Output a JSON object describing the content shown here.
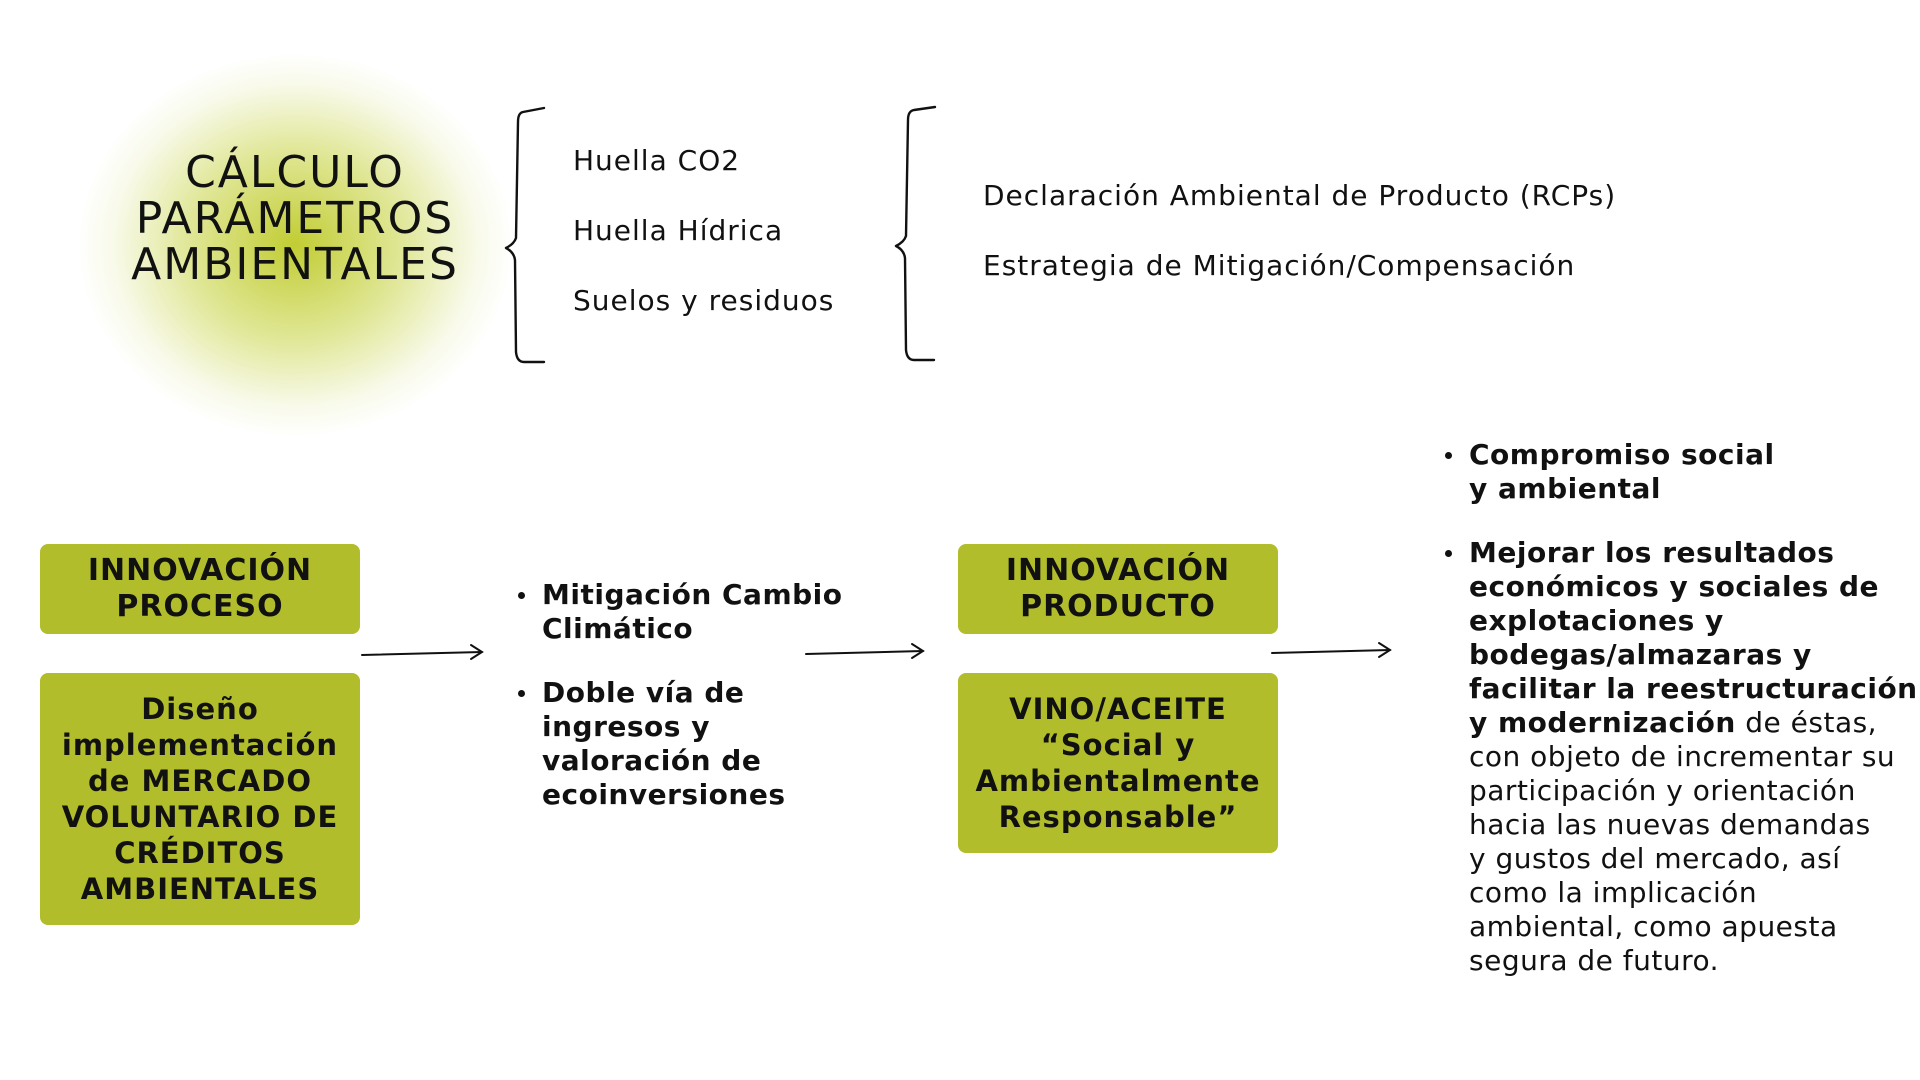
{
  "title": {
    "lines": [
      "CÁLCULO",
      "PARÁMETROS",
      "AMBIENTALES"
    ]
  },
  "params": [
    "Huella CO2",
    "Huella Hídrica",
    "Suelos y residuos"
  ],
  "outputs": [
    "Declaración Ambiental de Producto (RCPs)",
    "Estrategia de Mitigación/Compensación"
  ],
  "process_box": {
    "header": [
      "INNOVACIÓN",
      "PROCESO"
    ]
  },
  "process_desc": {
    "lines": [
      "Diseño",
      "implementación",
      "de MERCADO",
      "VOLUNTARIO DE",
      "CRÉDITOS",
      "AMBIENTALES"
    ]
  },
  "middle_bullets": [
    {
      "lines": [
        "Mitigación Cambio",
        "Climático"
      ]
    },
    {
      "lines": [
        "Doble vía de",
        "ingresos y",
        "valoración de",
        "ecoinversiones"
      ]
    }
  ],
  "product_box": {
    "header": [
      "INNOVACIÓN",
      "PRODUCTO"
    ]
  },
  "product_desc": {
    "lines": [
      "VINO/ACEITE",
      "“Social y",
      "Ambientalmente",
      "Responsable”"
    ]
  },
  "right_bullets": {
    "b1": [
      "Compromiso social",
      "y ambiental"
    ],
    "b2_bold": [
      "Mejorar los resultados",
      "económicos y sociales de",
      "explotaciones y",
      "bodegas/almazaras y",
      "facilitar la reestructuración"
    ],
    "b2_mixed_bold": "y modernización",
    "b2_mixed_rest": " de éstas,",
    "b2_rest": [
      "con objeto de incrementar su",
      "participación y orientación",
      "hacia las nuevas demandas",
      "y gustos del mercado, así",
      "como la implicación",
      "ambiental, como apuesta",
      "segura de futuro."
    ]
  },
  "colors": {
    "box_green": "#b2bd2b",
    "glow_green": "#bfca28",
    "text": "#111111"
  }
}
